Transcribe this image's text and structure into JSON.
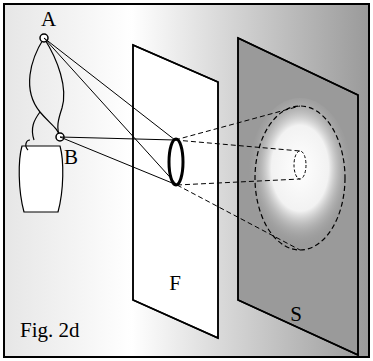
{
  "diagram": {
    "nodes": [
      {
        "text": [
          "F"
        ]
      },
      {
        "text": [
          "S"
        ]
      }
    ],
    "labels": [
      "A",
      "B",
      "Fig. 2d"
    ]
  }
}
